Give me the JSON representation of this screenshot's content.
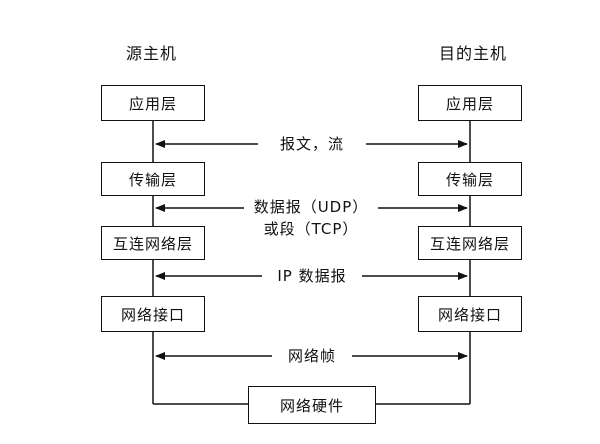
{
  "source_host": {
    "title": "源主机",
    "layers": [
      "应用层",
      "传输层",
      "互连网络层",
      "网络接口"
    ]
  },
  "dest_host": {
    "title": "目的主机",
    "layers": [
      "应用层",
      "传输层",
      "互连网络层",
      "网络接口"
    ]
  },
  "messages": {
    "application": "报文，流",
    "transport_line1": "数据报（UDP）",
    "transport_line2": "或段（TCP）",
    "internet": "IP 数据报",
    "network": "网络帧"
  },
  "hardware": "网络硬件"
}
